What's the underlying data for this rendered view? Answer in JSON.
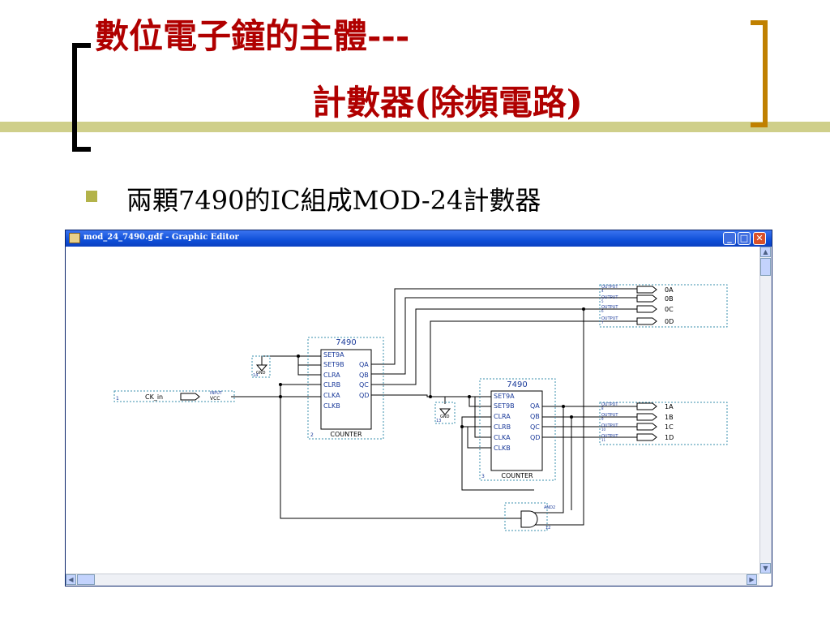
{
  "slide": {
    "title_line1": "數位電子鐘的主體---",
    "title_line2": "計數器(除頻電路)",
    "bullet": "兩顆7490的IC組成MOD-24計數器",
    "title_color": "#b00000",
    "accent_color": "#b3b34a"
  },
  "window": {
    "title": "mod_24_7490.gdf - Graphic Editor",
    "minimize_glyph": "_",
    "maximize_glyph": "□",
    "close_glyph": "✕"
  },
  "schematic": {
    "chip1": {
      "type_label": "7490",
      "footer": "COUNTER",
      "inputs": [
        "SET9A",
        "SET9B",
        "CLRA",
        "CLRB",
        "CLKA",
        "CLKB"
      ],
      "outputs": [
        "QA",
        "QB",
        "QC",
        "QD"
      ],
      "number": "2"
    },
    "chip2": {
      "type_label": "7490",
      "footer": "COUNTER",
      "inputs": [
        "SET9A",
        "SET9B",
        "CLRA",
        "CLRB",
        "CLKA",
        "CLKB"
      ],
      "outputs": [
        "QA",
        "QB",
        "QC",
        "QD"
      ],
      "number": "3"
    },
    "input_pin": {
      "name": "CK_in",
      "type": "INPUT",
      "default": "VCC",
      "number": "1"
    },
    "gnd1": {
      "label": "GND",
      "number": "14"
    },
    "gnd2": {
      "label": "GND",
      "number": "13"
    },
    "and_gate": {
      "label": "AND2",
      "number": "12"
    },
    "output_type_label": "OUTPUT",
    "outputs_top": [
      {
        "name": "0A",
        "number": "4"
      },
      {
        "name": "0B",
        "number": "5"
      },
      {
        "name": "0C",
        "number": "6"
      },
      {
        "name": "0D",
        "number": "7"
      }
    ],
    "outputs_bottom": [
      {
        "name": "1A",
        "number": "8"
      },
      {
        "name": "1B",
        "number": "9"
      },
      {
        "name": "1C",
        "number": "10"
      },
      {
        "name": "1D",
        "number": "11"
      }
    ]
  }
}
